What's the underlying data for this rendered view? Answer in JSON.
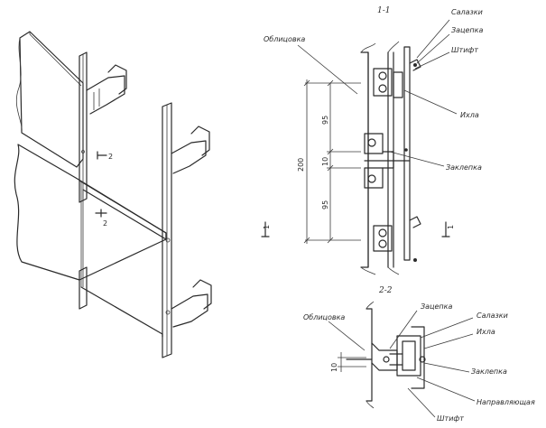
{
  "section_1": {
    "title": "1-1",
    "labels": {
      "cladding": "Облицовка",
      "rivet_top": "Салазки",
      "bracket": "Зацепка",
      "bolt": "Штифт",
      "spacer": "Ихла",
      "clip": "Заклепка"
    },
    "dimensions": {
      "total": "200",
      "upper": "95",
      "lower": "95",
      "gap": "10"
    },
    "marker_left": "1",
    "marker_right": "1"
  },
  "section_2": {
    "title": "2-2",
    "labels": {
      "cladding": "Облицовка",
      "bracket": "Зацепка",
      "rivet_top": "Салазки",
      "spacer": "Ихла",
      "clip": "Заклепка",
      "guide": "Направляющая",
      "bolt": "Штифт"
    },
    "dimensions": {
      "gap": "10"
    }
  },
  "isometric": {
    "section_mark_upper": "2",
    "section_mark_lower": "2"
  }
}
